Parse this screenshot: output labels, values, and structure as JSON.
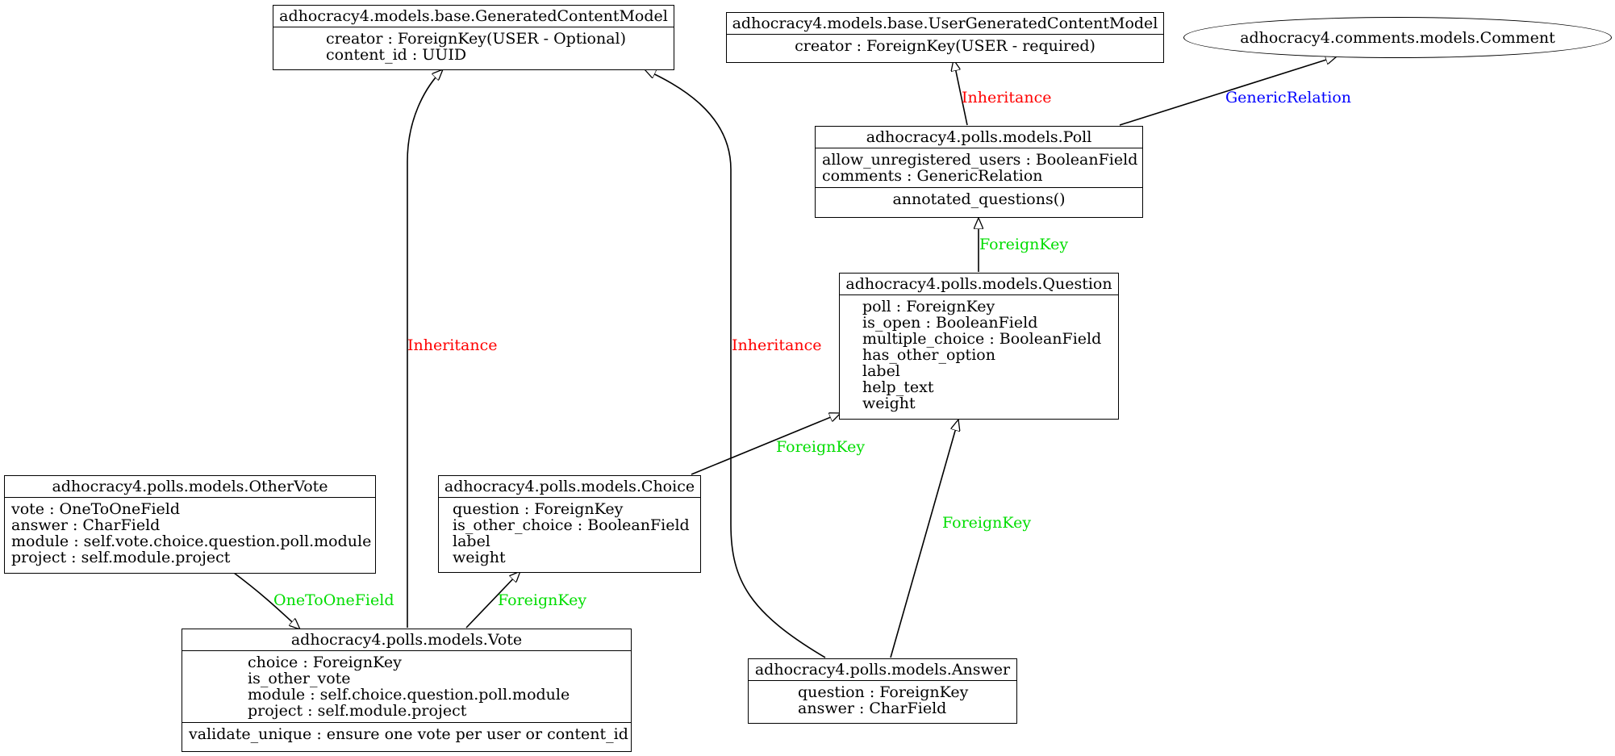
{
  "colors": {
    "inheritance": "#ff0000",
    "foreign_key": "#00dd00",
    "generic_relation": "#0000ff",
    "stroke": "#000000"
  },
  "nodes": {
    "generated_content_model": {
      "title": "adhocracy4.models.base.GeneratedContentModel",
      "fields": [
        "creator : ForeignKey(USER - Optional)",
        "content_id : UUID"
      ]
    },
    "user_generated_content_model": {
      "title": "adhocracy4.models.base.UserGeneratedContentModel",
      "fields": [
        "creator : ForeignKey(USER - required)"
      ]
    },
    "comment": {
      "title": "adhocracy4.comments.models.Comment"
    },
    "poll": {
      "title": "adhocracy4.polls.models.Poll",
      "fields": [
        "allow_unregistered_users : BooleanField",
        "comments : GenericRelation"
      ],
      "methods": [
        "annotated_questions()"
      ]
    },
    "question": {
      "title": "adhocracy4.polls.models.Question",
      "fields": [
        "poll : ForeignKey",
        "is_open : BooleanField",
        "multiple_choice : BooleanField",
        "has_other_option",
        "label",
        "help_text",
        "weight"
      ]
    },
    "other_vote": {
      "title": "adhocracy4.polls.models.OtherVote",
      "fields": [
        "vote : OneToOneField",
        "answer : CharField",
        "module : self.vote.choice.question.poll.module",
        "project : self.module.project"
      ]
    },
    "choice": {
      "title": "adhocracy4.polls.models.Choice",
      "fields": [
        "question : ForeignKey",
        "is_other_choice : BooleanField",
        "label",
        "weight"
      ]
    },
    "vote": {
      "title": "adhocracy4.polls.models.Vote",
      "fields": [
        "choice : ForeignKey",
        "is_other_vote",
        "module : self.choice.question.poll.module",
        "project : self.module.project"
      ],
      "methods": [
        "validate_unique : ensure one vote per user or content_id"
      ]
    },
    "answer": {
      "title": "adhocracy4.polls.models.Answer",
      "fields": [
        "question : ForeignKey",
        "answer : CharField"
      ]
    }
  },
  "edges": {
    "poll_inherits": "Inheritance",
    "poll_comments": "GenericRelation",
    "question_poll": "ForeignKey",
    "vote_inherits": "Inheritance",
    "answer_inherits": "Inheritance",
    "choice_question": "ForeignKey",
    "answer_question": "ForeignKey",
    "othervote_vote": "OneToOneField",
    "vote_choice": "ForeignKey"
  }
}
